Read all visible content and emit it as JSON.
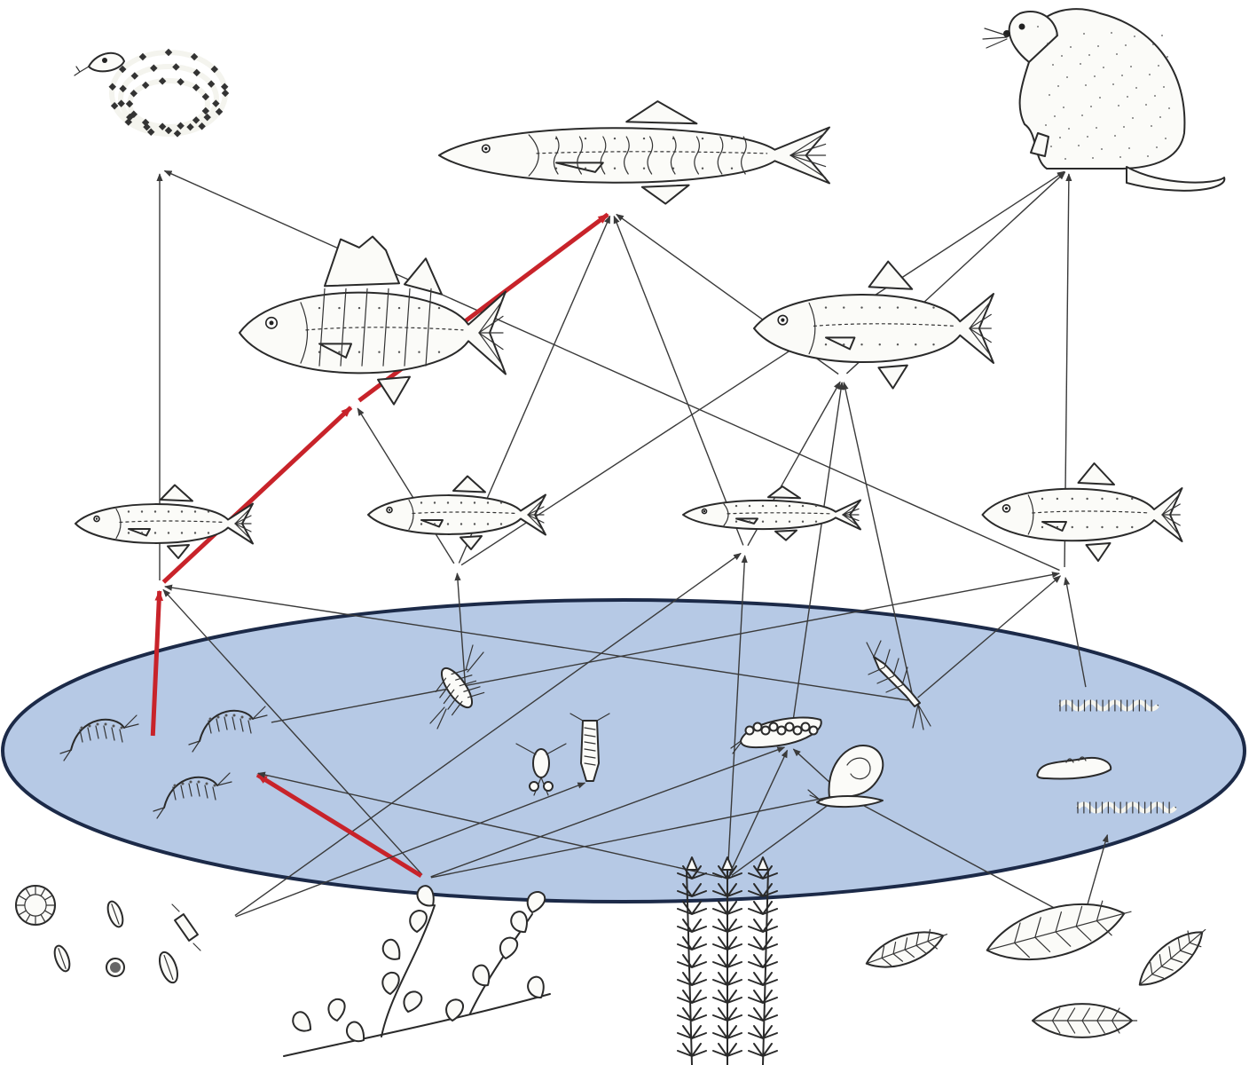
{
  "diagram": {
    "type": "aquatic food web",
    "text_labels": [],
    "colors": {
      "background": "#ffffff",
      "link": "#3a3a3a",
      "highlight_link": "#c8232a",
      "ellipse_fill": "#a9c0e0",
      "ellipse_stroke": "#1c2a48",
      "drawing": "#2a2a2a"
    },
    "organisms": [
      {
        "id": "grass-snake",
        "icon": "snake-icon"
      },
      {
        "id": "pike",
        "icon": "pike-fish-icon"
      },
      {
        "id": "otter",
        "icon": "otter-icon"
      },
      {
        "id": "perch",
        "icon": "perch-fish-icon"
      },
      {
        "id": "roach",
        "icon": "roach-fish-icon"
      },
      {
        "id": "small-fish-a",
        "icon": "small-fish-icon"
      },
      {
        "id": "small-fish-b",
        "icon": "small-fish-icon"
      },
      {
        "id": "loach",
        "icon": "loach-fish-icon"
      },
      {
        "id": "rudd",
        "icon": "rudd-fish-icon"
      },
      {
        "id": "freshwater-shrimp-1",
        "icon": "shrimp-icon"
      },
      {
        "id": "freshwater-shrimp-2",
        "icon": "shrimp-icon"
      },
      {
        "id": "freshwater-shrimp-3",
        "icon": "shrimp-icon"
      },
      {
        "id": "water-louse",
        "icon": "isopod-icon"
      },
      {
        "id": "copepod",
        "icon": "copepod-icon"
      },
      {
        "id": "water-flea",
        "icon": "daphnia-icon"
      },
      {
        "id": "caddis-larva",
        "icon": "caddis-larva-icon"
      },
      {
        "id": "mayfly-nymph",
        "icon": "mayfly-nymph-icon"
      },
      {
        "id": "pond-snail",
        "icon": "snail-icon"
      },
      {
        "id": "midge-larva-1",
        "icon": "worm-larva-icon"
      },
      {
        "id": "flatworm",
        "icon": "flatworm-icon"
      },
      {
        "id": "midge-larva-2",
        "icon": "worm-larva-icon"
      },
      {
        "id": "algae",
        "icon": "algae-icon"
      },
      {
        "id": "pondweed",
        "icon": "leafy-plant-icon"
      },
      {
        "id": "water-milfoil",
        "icon": "whorled-plant-icon"
      },
      {
        "id": "dead-leaves",
        "icon": "leaf-litter-icon"
      }
    ],
    "links": [
      {
        "from": "small-fish-a",
        "to": "grass-snake"
      },
      {
        "from": "rudd",
        "to": "grass-snake"
      },
      {
        "from": "perch",
        "to": "pike",
        "highlight": true
      },
      {
        "from": "small-fish-b",
        "to": "pike"
      },
      {
        "from": "loach",
        "to": "pike"
      },
      {
        "from": "roach",
        "to": "pike"
      },
      {
        "from": "small-fish-b",
        "to": "otter"
      },
      {
        "from": "roach",
        "to": "otter"
      },
      {
        "from": "rudd",
        "to": "otter"
      },
      {
        "from": "small-fish-a",
        "to": "perch",
        "highlight": true
      },
      {
        "from": "small-fish-b",
        "to": "perch"
      },
      {
        "from": "loach",
        "to": "roach"
      },
      {
        "from": "mayfly-nymph",
        "to": "roach"
      },
      {
        "from": "caddis-larva",
        "to": "roach"
      },
      {
        "from": "freshwater-shrimp-1",
        "to": "small-fish-a",
        "highlight": true
      },
      {
        "from": "pondweed",
        "to": "small-fish-a"
      },
      {
        "from": "mayfly-nymph",
        "to": "small-fish-a"
      },
      {
        "from": "water-louse",
        "to": "small-fish-b"
      },
      {
        "from": "algae",
        "to": "loach"
      },
      {
        "from": "water-milfoil",
        "to": "loach"
      },
      {
        "from": "freshwater-shrimp-2",
        "to": "rudd"
      },
      {
        "from": "mayfly-nymph",
        "to": "rudd"
      },
      {
        "from": "midge-larva-1",
        "to": "rudd"
      },
      {
        "from": "pondweed",
        "to": "freshwater-shrimp-3",
        "highlight": true
      },
      {
        "from": "water-milfoil",
        "to": "freshwater-shrimp-3"
      },
      {
        "from": "algae",
        "to": "water-flea"
      },
      {
        "from": "pondweed",
        "to": "caddis-larva"
      },
      {
        "from": "water-milfoil",
        "to": "caddis-larva"
      },
      {
        "from": "pondweed",
        "to": "pond-snail"
      },
      {
        "from": "water-milfoil",
        "to": "pond-snail"
      },
      {
        "from": "pond-snail",
        "to": "caddis-larva"
      },
      {
        "from": "dead-leaves",
        "to": "midge-larva-2"
      },
      {
        "from": "dead-leaves",
        "to": "pond-snail"
      }
    ]
  }
}
